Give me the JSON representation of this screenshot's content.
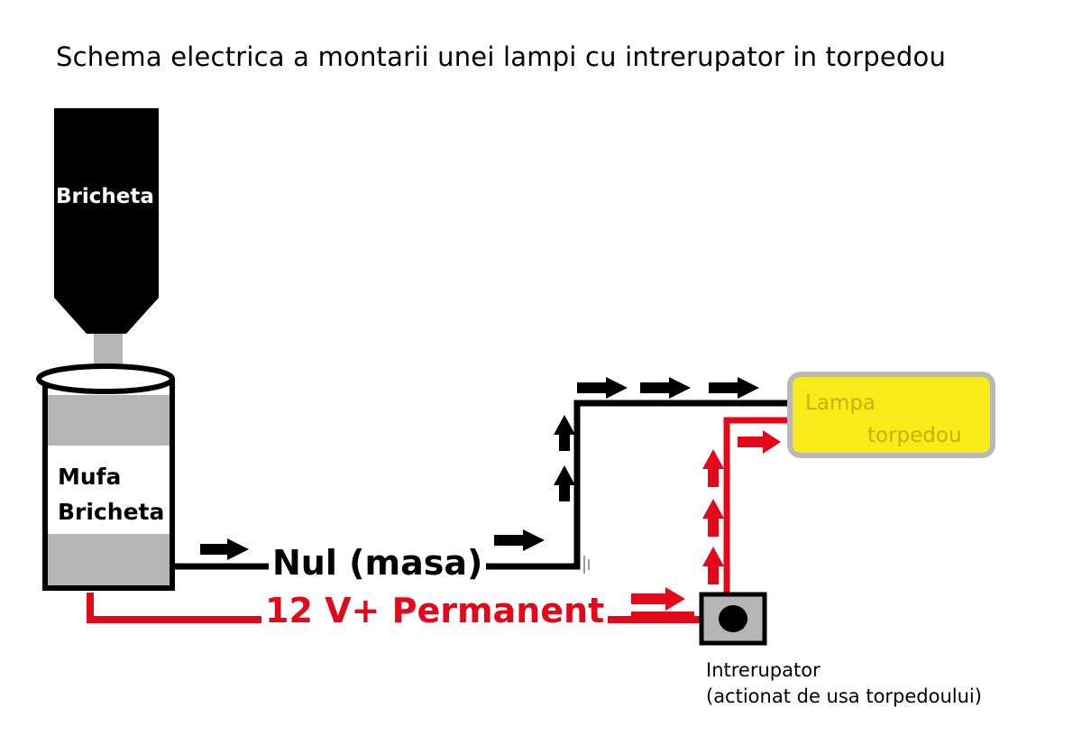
{
  "title": "Schema electrica a montarii unei lampi cu intrerupator in torpedou",
  "labels": {
    "bricheta": "Bricheta",
    "mufa_line1": "Mufa",
    "mufa_line2": "Bricheta",
    "nul": "Nul (masa)",
    "permanent": "12 V+ Permanent",
    "lampa_line1": "Lampa",
    "lampa_line2": "torpedou",
    "intrerupator_line1": "Intrerupator",
    "intrerupator_line2": "(actionat de usa torpedoului)"
  },
  "colors": {
    "ground_wire": "#000000",
    "positive_wire": "#e3091a",
    "lamp_fill": "#f7eb1a",
    "lamp_border": "#b8b8b8",
    "socket_gray": "#b5b5b5"
  }
}
